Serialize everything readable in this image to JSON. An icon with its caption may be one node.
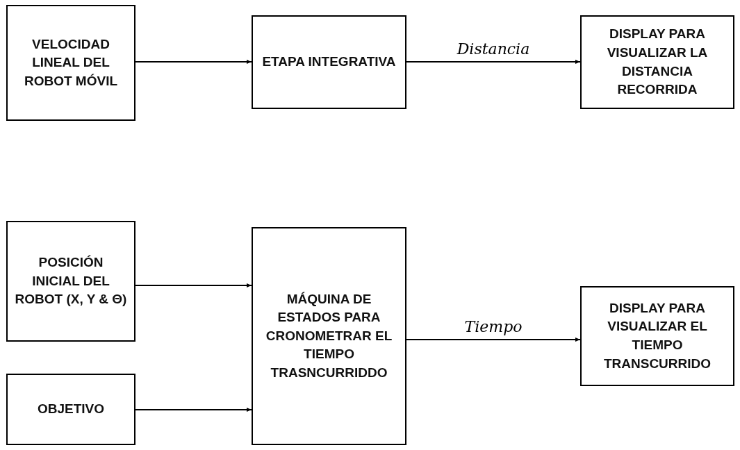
{
  "diagram": {
    "nodes": [
      {
        "text": [
          "VELOCIDAD LINEAL DEL ROBOT MÓVIL"
        ]
      },
      {
        "text": [
          "ETAPA INTEGRATIVA"
        ]
      },
      {
        "text": [
          "DISPLAY PARA VISUALIZAR LA DISTANCIA RECORRIDA"
        ]
      },
      {
        "text": [
          "POSICIÓN INICIAL DEL ROBOT (X, Y & Θ)"
        ]
      },
      {
        "text": [
          "OBJETIVO"
        ]
      },
      {
        "text": [
          "MÁQUINA DE ESTADOS PARA CRONOMETRAR EL TIEMPO TRASNCURRIDDO"
        ]
      },
      {
        "text": [
          "DISPLAY PARA VISUALIZAR EL TIEMPO TRANSCURRIDO"
        ]
      }
    ],
    "edges": [
      {
        "from": 0,
        "to": 1,
        "arrow": "to"
      },
      {
        "from": 1,
        "to": 2,
        "arrow": "to",
        "label": "Distancia"
      },
      {
        "from": 3,
        "to": 5,
        "arrow": "to"
      },
      {
        "from": 4,
        "to": 5,
        "arrow": "to"
      },
      {
        "from": 5,
        "to": 6,
        "arrow": "to",
        "label": "Tiempo"
      }
    ]
  }
}
